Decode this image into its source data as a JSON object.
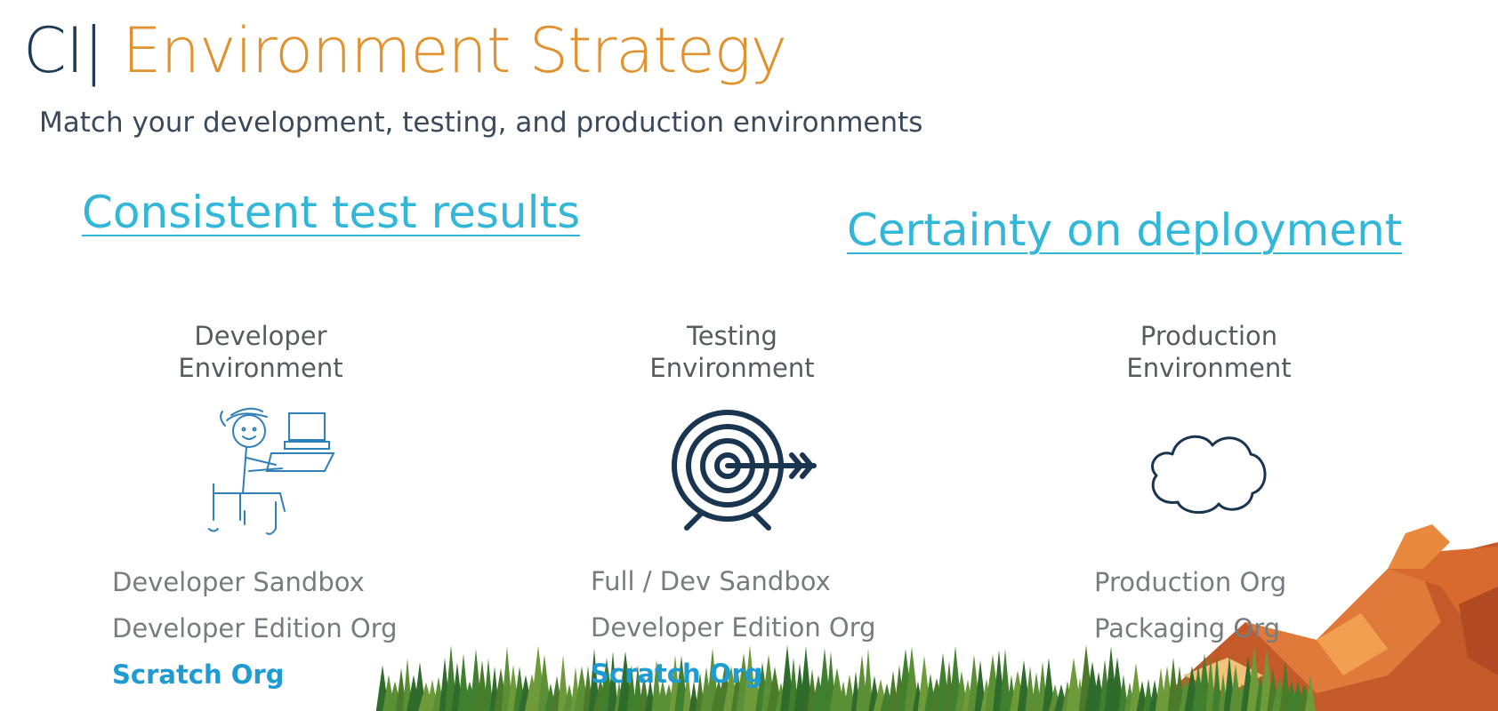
{
  "header": {
    "title_prefix": "CI|",
    "title_main": "Environment Strategy",
    "subtitle": "Match your development, testing, and production environments"
  },
  "benefits": {
    "left": "Consistent test results",
    "right": "Certainty on deployment"
  },
  "environments": [
    {
      "title_line1": "Developer",
      "title_line2": "Environment",
      "icon": "developer-drawing-icon",
      "orgs": [
        "Developer Sandbox",
        "Developer Edition Org",
        "Scratch Org"
      ]
    },
    {
      "title_line1": "Testing",
      "title_line2": "Environment",
      "icon": "target-icon",
      "orgs": [
        "Full / Dev Sandbox",
        "Developer Edition Org",
        "Scratch Org"
      ]
    },
    {
      "title_line1": "Production",
      "title_line2": "Environment",
      "icon": "cloud-icon",
      "orgs": [
        "Production Org",
        "Packaging Org"
      ]
    }
  ],
  "colors": {
    "title_prefix": "#1f3a56",
    "title_accent": "#e0922f",
    "benefit_link": "#32b7d8",
    "highlight": "#1d9bd2",
    "icon_stroke": "#1a3550"
  }
}
